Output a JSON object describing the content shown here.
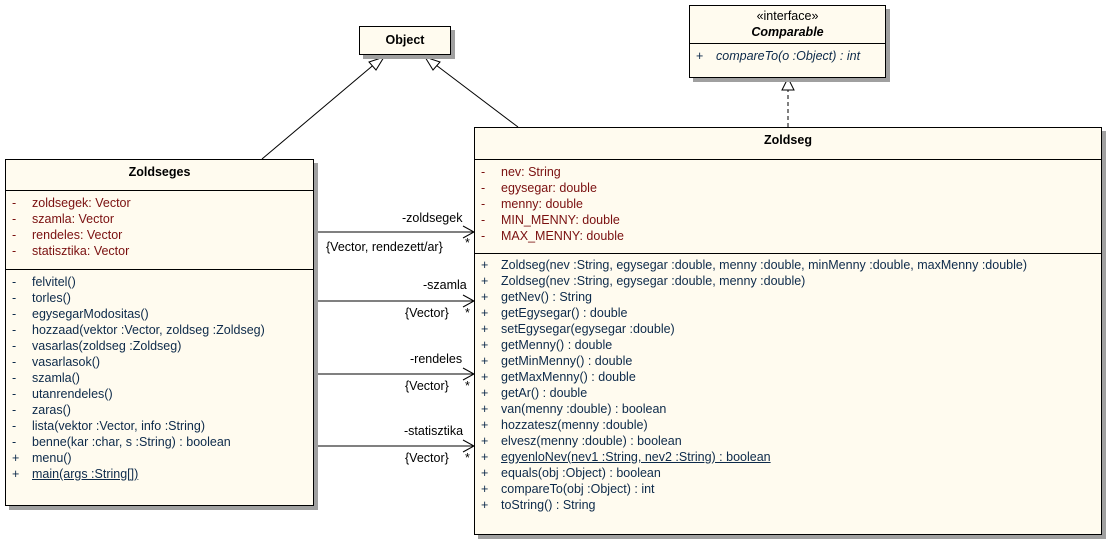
{
  "object_class": {
    "name": "Object"
  },
  "comparable": {
    "stereotype": "«interface»",
    "name": "Comparable",
    "operations": [
      {
        "vis": "+",
        "text": "compareTo(o :Object) : int"
      }
    ]
  },
  "zoldseges": {
    "name": "Zoldseges",
    "attributes": [
      {
        "vis": "-",
        "text": "zoldsegek:  Vector"
      },
      {
        "vis": "-",
        "text": "szamla:  Vector"
      },
      {
        "vis": "-",
        "text": "rendeles:  Vector"
      },
      {
        "vis": "-",
        "text": "statisztika:  Vector"
      }
    ],
    "operations": [
      {
        "vis": "-",
        "text": "felvitel()"
      },
      {
        "vis": "-",
        "text": "torles()"
      },
      {
        "vis": "-",
        "text": "egysegarModositas()"
      },
      {
        "vis": "-",
        "text": "hozzaad(vektor :Vector, zoldseg :Zoldseg)"
      },
      {
        "vis": "-",
        "text": "vasarlas(zoldseg :Zoldseg)"
      },
      {
        "vis": "-",
        "text": "vasarlasok()"
      },
      {
        "vis": "-",
        "text": "szamla()"
      },
      {
        "vis": "-",
        "text": "utanrendeles()"
      },
      {
        "vis": "-",
        "text": "zaras()"
      },
      {
        "vis": "-",
        "text": "lista(vektor :Vector, info :String)"
      },
      {
        "vis": "-",
        "text": "benne(kar :char, s :String) : boolean"
      },
      {
        "vis": "+",
        "text": "menu()"
      },
      {
        "vis": "+",
        "text": "main(args :String[])"
      }
    ]
  },
  "zoldseg": {
    "name": "Zoldseg",
    "attributes": [
      {
        "vis": "-",
        "text": "nev:  String"
      },
      {
        "vis": "-",
        "text": "egysegar:  double"
      },
      {
        "vis": "-",
        "text": "menny:  double"
      },
      {
        "vis": "-",
        "text": "MIN_MENNY:  double"
      },
      {
        "vis": "-",
        "text": "MAX_MENNY:  double"
      }
    ],
    "operations": [
      {
        "vis": "+",
        "text": "Zoldseg(nev :String, egysegar :double, menny :double, minMenny :double, maxMenny :double)"
      },
      {
        "vis": "+",
        "text": "Zoldseg(nev :String, egysegar :double, menny :double)"
      },
      {
        "vis": "+",
        "text": "getNev() : String"
      },
      {
        "vis": "+",
        "text": "getEgysegar() : double"
      },
      {
        "vis": "+",
        "text": "setEgysegar(egysegar :double)"
      },
      {
        "vis": "+",
        "text": "getMenny() : double"
      },
      {
        "vis": "+",
        "text": "getMinMenny() : double"
      },
      {
        "vis": "+",
        "text": "getMaxMenny() : double"
      },
      {
        "vis": "+",
        "text": "getAr() : double"
      },
      {
        "vis": "+",
        "text": "van(menny :double) : boolean"
      },
      {
        "vis": "+",
        "text": "hozzatesz(menny :double)"
      },
      {
        "vis": "+",
        "text": "elvesz(menny :double) : boolean"
      },
      {
        "vis": "+",
        "text": "egyenloNev(nev1 :String, nev2 :String) : boolean"
      },
      {
        "vis": "+",
        "text": "equals(obj :Object) : boolean"
      },
      {
        "vis": "+",
        "text": "compareTo(obj :Object) : int"
      },
      {
        "vis": "+",
        "text": "toString() : String"
      }
    ]
  },
  "associations": [
    {
      "role": "-zoldsegek",
      "qualifier": "{Vector, rendezett/ar}",
      "multiplicity": "*"
    },
    {
      "role": "-szamla",
      "qualifier": "{Vector}",
      "multiplicity": "*"
    },
    {
      "role": "-rendeles",
      "qualifier": "{Vector}",
      "multiplicity": "*"
    },
    {
      "role": "-statisztika",
      "qualifier": "{Vector}",
      "multiplicity": "*"
    }
  ]
}
